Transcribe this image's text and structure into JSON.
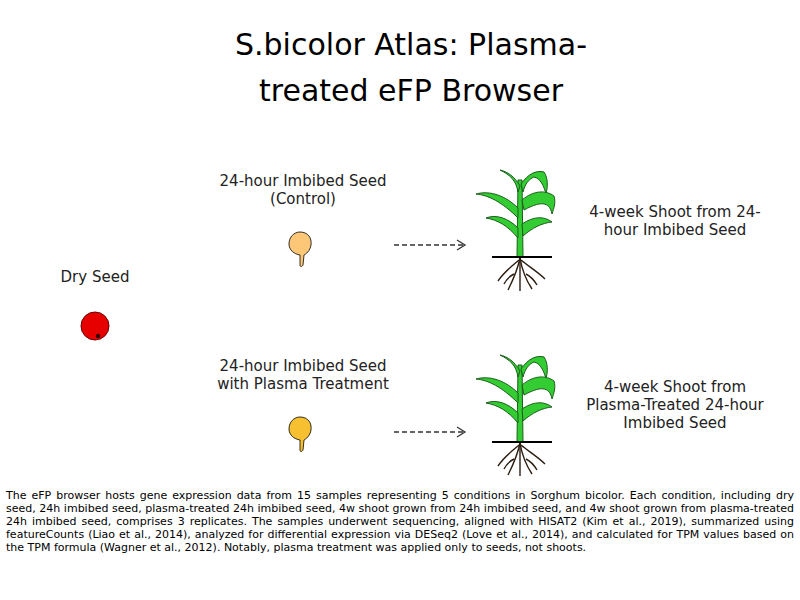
{
  "diagram": {
    "title": "S.bicolor Atlas: Plasma-treated eFP Browser",
    "caption": "The eFP browser hosts gene expression data from 15 samples representing 5 conditions in Sorghum bicolor. Each condition, including dry seed, 24h imbibed seed, plasma-treated 24h imbibed seed, 4w shoot grown from 24h imbibed seed, and 4w shoot grown from plasma-treated 24h imbibed seed, comprises 3 replicates. The samples underwent sequencing, aligned with HISAT2 (Kim et al., 2019), summarized using featureCounts (Liao et al., 2014), analyzed for differential expression via DESeq2 (Love et al., 2014), and calculated for TPM values based on the TPM formula (Wagner et al., 2012). Notably, plasma treatment was applied only to seeds, not shoots.",
    "nodes": [
      {
        "text": [
          "Dry Seed"
        ]
      },
      {
        "text": [
          "24-hour Imbibed Seed (Control)"
        ]
      },
      {
        "text": [
          "4-week Shoot from 24-hour Imbibed Seed"
        ]
      },
      {
        "text": [
          "24-hour Imbibed Seed with Plasma Treatment"
        ]
      },
      {
        "text": [
          "4-week Shoot from Plasma-Treated 24-hour Imbibed Seed"
        ]
      }
    ],
    "edges": [
      {
        "from": 1,
        "to": 2,
        "arrow": "to"
      },
      {
        "from": 3,
        "to": 4,
        "arrow": "to"
      }
    ]
  }
}
